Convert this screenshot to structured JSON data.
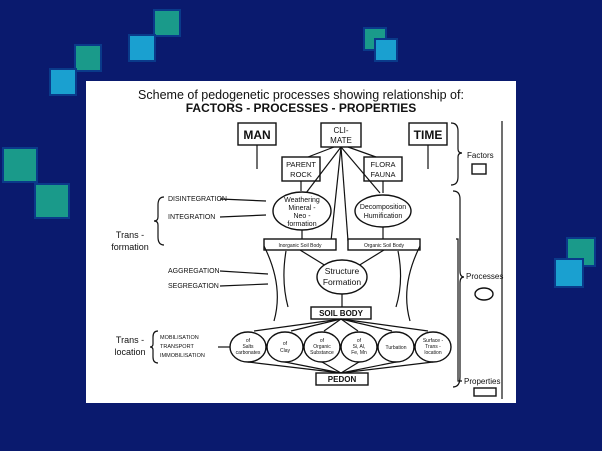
{
  "title_line1": "Scheme of pedogenetic processes showing relationship of:",
  "title_line2": "FACTORS  -  PROCESSES  -  PROPERTIES",
  "factors": {
    "man": "MAN",
    "climate_1": "CLI-",
    "climate_2": "MATE",
    "time": "TIME",
    "parent_1": "PARENT",
    "parent_2": "ROCK",
    "flora_1": "FLORA",
    "flora_2": "FAUNA"
  },
  "processes": {
    "weathering": [
      "Weathering",
      "Mineral -",
      "Neo -",
      "formation"
    ],
    "decomposition": [
      "Decomposition",
      "Humification"
    ],
    "inorganic": "Inorganic Soil Body",
    "organic": "Organic Soil Body",
    "structure": [
      "Structure",
      "Formation"
    ],
    "soil_body": "SOIL BODY",
    "pedon": "PEDON"
  },
  "left_labels": {
    "disintegration": "DISINTEGRATION",
    "integration": "INTEGRATION",
    "trans_formation_1": "Trans -",
    "trans_formation_2": "formation",
    "aggregation": "AGGREGATION",
    "segregation": "SEGREGATION",
    "trans_location_1": "Trans -",
    "trans_location_2": "location",
    "mobilisation": "MOBILISATION",
    "transport": "TRANSPORT",
    "immobilisation": "IMMOBILISATION"
  },
  "ovals": [
    [
      "of",
      "Salts",
      "carbonates"
    ],
    [
      "of",
      "Clay"
    ],
    [
      "of",
      "Organic",
      "Substance"
    ],
    [
      "of",
      "Si, Al,",
      "Fe, Mn"
    ],
    [
      "Turbation"
    ],
    [
      "Surface -",
      "Trans -",
      "location"
    ]
  ],
  "right_labels": {
    "factors": "Factors",
    "processes": "Processes",
    "properties": "Properties"
  },
  "colors": {
    "background": "#0a1a6e",
    "teal": "#1a9a8a",
    "cyan": "#1aa0d0"
  }
}
